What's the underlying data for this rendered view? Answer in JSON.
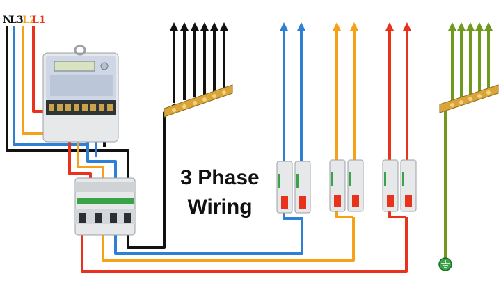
{
  "title": {
    "line1": "3 Phase",
    "line2": "Wiring"
  },
  "terminal_labels": {
    "n": "N",
    "l3": "L3",
    "l2": "L2",
    "l1": "L1"
  },
  "colors": {
    "neutral": "#111111",
    "l3": "#2f7fd6",
    "l2": "#f5a21a",
    "l1": "#e8321c",
    "earth": "#6f9a1d",
    "busbar": "#d9a53a",
    "device_body": "#e6e8ea",
    "breaker_green": "#3aa34a"
  },
  "components": {
    "energy_meter": "energy meter",
    "main_breaker": "4-pole main breaker",
    "neutral_busbar": "neutral busbar",
    "earth_busbar": "earth busbar",
    "mcb_pairs": [
      "L3 MCB pair",
      "L2 MCB pair",
      "L1 MCB pair"
    ],
    "earth_symbol": "earth-icon"
  }
}
